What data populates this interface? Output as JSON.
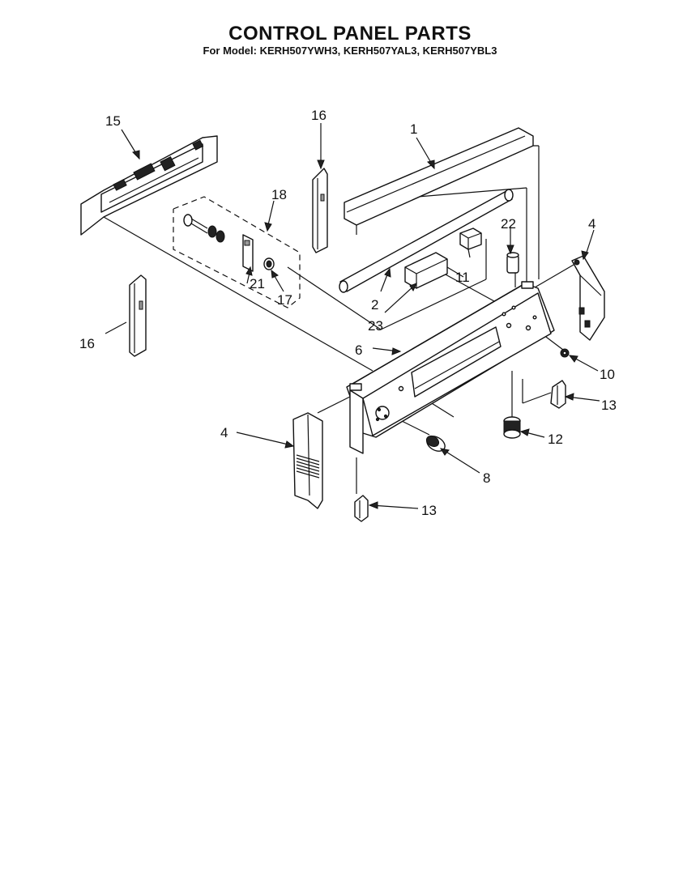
{
  "title": "CONTROL PANEL PARTS",
  "subtitle": "For Model: KERH507YWH3, KERH507YAL3, KERH507YBL3",
  "callouts": {
    "c1": "1",
    "c2": "2",
    "c4a": "4",
    "c4b": "4",
    "c6": "6",
    "c8": "8",
    "c10": "10",
    "c11": "11",
    "c12": "12",
    "c13a": "13",
    "c13b": "13",
    "c15": "15",
    "c16a": "16",
    "c16b": "16",
    "c17": "17",
    "c18": "18",
    "c21": "21",
    "c22": "22",
    "c23": "23"
  }
}
